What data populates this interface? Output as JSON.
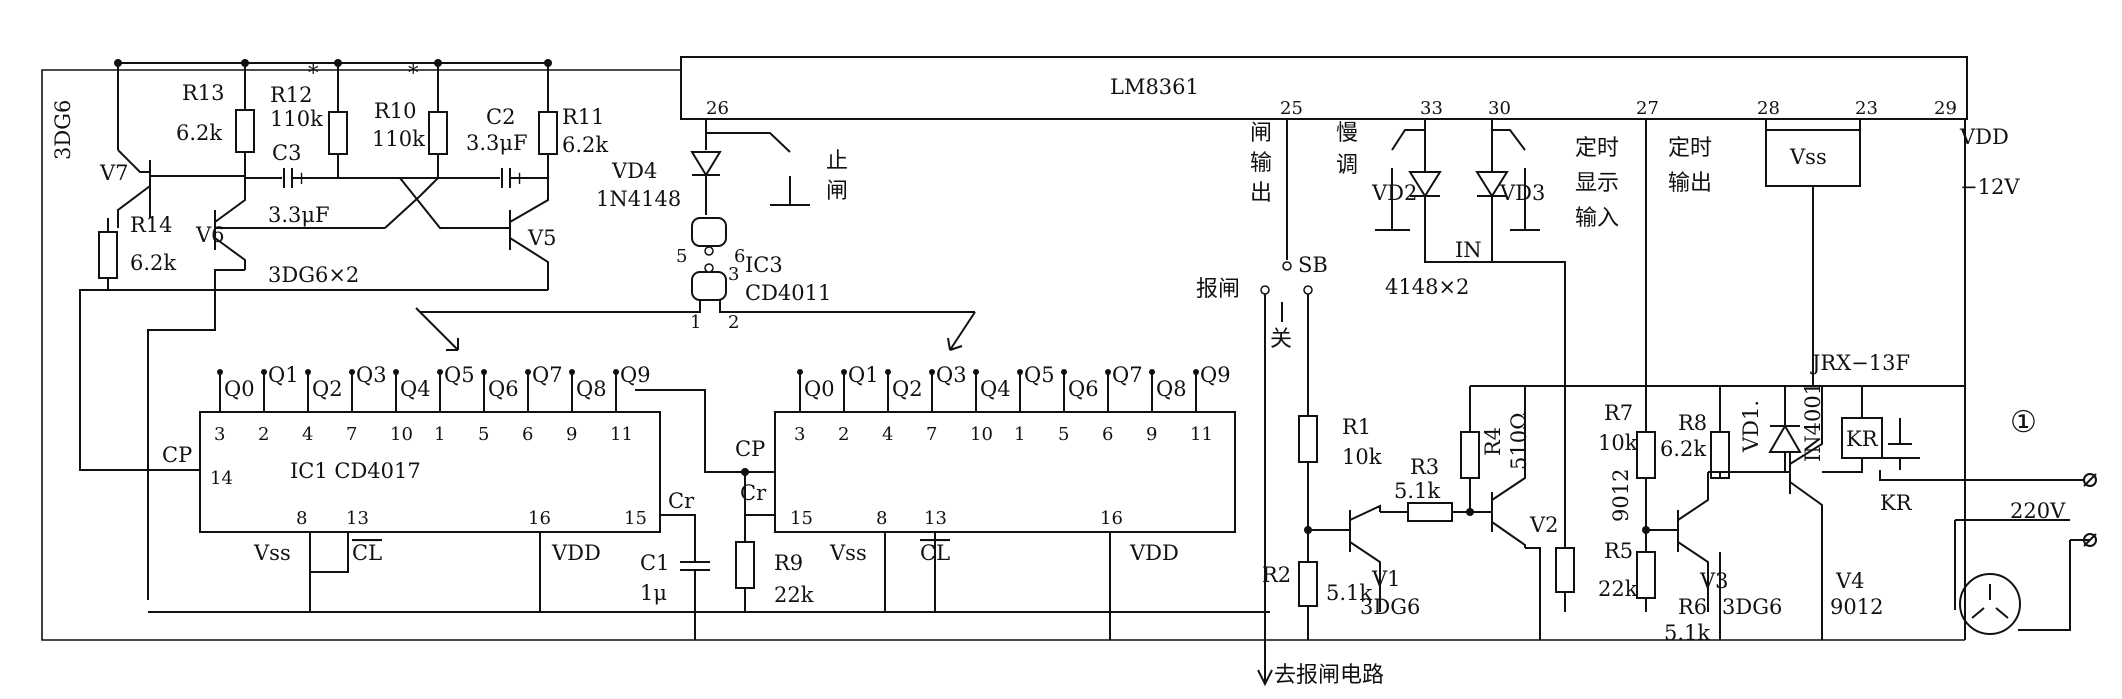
{
  "colors": {
    "ink": "#111111",
    "paper": "#ffffff"
  },
  "lm8361": {
    "name": "LM8361",
    "pins": [
      "26",
      "25",
      "33",
      "30",
      "27",
      "28",
      "23",
      "29"
    ],
    "vdd": "VDD",
    "vdd_value": "−12V",
    "vss": "Vss"
  },
  "oscillator": {
    "r13": "R13",
    "r13_val": "6.2k",
    "r12": "R12",
    "r12_val": "110k",
    "r10": "R10",
    "r10_val": "110k",
    "r11": "R11",
    "r11_val": "6.2k",
    "c3": "C3",
    "c3_val": "3.3μF",
    "c2": "C2",
    "c2_val": "3.3μF",
    "r14": "R14",
    "r14_val": "6.2k",
    "v7": "V7",
    "v7_type": "3DG6",
    "v6": "V6",
    "v5": "V5",
    "pair_type": "3DG6×2",
    "star": "*"
  },
  "ic1": {
    "name": "IC1 CD4017",
    "outputs": [
      "Q0",
      "Q1",
      "Q2",
      "Q3",
      "Q4",
      "Q5",
      "Q6",
      "Q7",
      "Q8",
      "Q9"
    ],
    "pin_numbers": [
      "3",
      "2",
      "4",
      "7",
      "10",
      "1",
      "5",
      "6",
      "9",
      "11"
    ],
    "cp": "CP",
    "cp_pin": "14",
    "vss": "Vss",
    "vss_pin": "8",
    "cl": "CL",
    "cl_pin": "13",
    "vdd": "VDD",
    "vdd_pin": "16",
    "cr": "Cr",
    "cr_pin": "15"
  },
  "ic2": {
    "outputs": [
      "Q0",
      "Q1",
      "Q2",
      "Q3",
      "Q4",
      "Q5",
      "Q6",
      "Q7",
      "Q8",
      "Q9"
    ],
    "pin_numbers": [
      "3",
      "2",
      "4",
      "7",
      "10",
      "1",
      "5",
      "6",
      "9",
      "11"
    ],
    "cp": "CP",
    "cr": "Cr",
    "cr_pin": "15",
    "vss": "Vss",
    "vss_pin": "8",
    "cl": "CL",
    "cl_pin": "13",
    "vdd": "VDD",
    "vdd_pin": "16"
  },
  "ic3": {
    "name": "IC3",
    "type": "CD4011",
    "pin5": "5",
    "pin6": "6",
    "pin3": "3",
    "pin1": "1",
    "pin2": "2"
  },
  "vd4": {
    "name": "VD4",
    "type": "1N4148"
  },
  "stop_switch": "止闸",
  "c1": {
    "name": "C1",
    "value": "1μ"
  },
  "r9": {
    "name": "R9",
    "value": "22k"
  },
  "labels": {
    "zha_output": "闸输出",
    "slow_adjust": "慢调",
    "timer_display_input": "定时显示输入",
    "timer_output": "定时输出",
    "baozha": "报闸",
    "sb": "SB",
    "guan": "关",
    "to_alarm": "去报闸电路",
    "in": "IN",
    "diodes": "4148×2",
    "vd2": "VD2",
    "vd3": "VD3"
  },
  "driver": {
    "r1": "R1",
    "r1_val": "10k",
    "r2": "R2",
    "r2_val": "5.1k",
    "r3": "R3",
    "r3_val": "5.1k",
    "r4": "R4",
    "r4_val": "510Ω",
    "v1": "V1",
    "v1_type": "3DG6",
    "v2": "V2",
    "r7": "R7",
    "r7_val": "10k",
    "r8": "R8",
    "r8_val": "6.2k",
    "r5": "R5",
    "r5_val": "22k",
    "r6": "R6",
    "r6_val": "5.1k",
    "v3": "V3",
    "v3_type": "3DG6",
    "v4": "V4",
    "v4_type": "9012",
    "side_9012": "9012",
    "vd1": "VD1.",
    "vd1_type": "IN4001",
    "relay": "JRX−13F",
    "kr": "KR",
    "kr_contact": "KR",
    "mains": "220V",
    "figure_number": "①"
  }
}
